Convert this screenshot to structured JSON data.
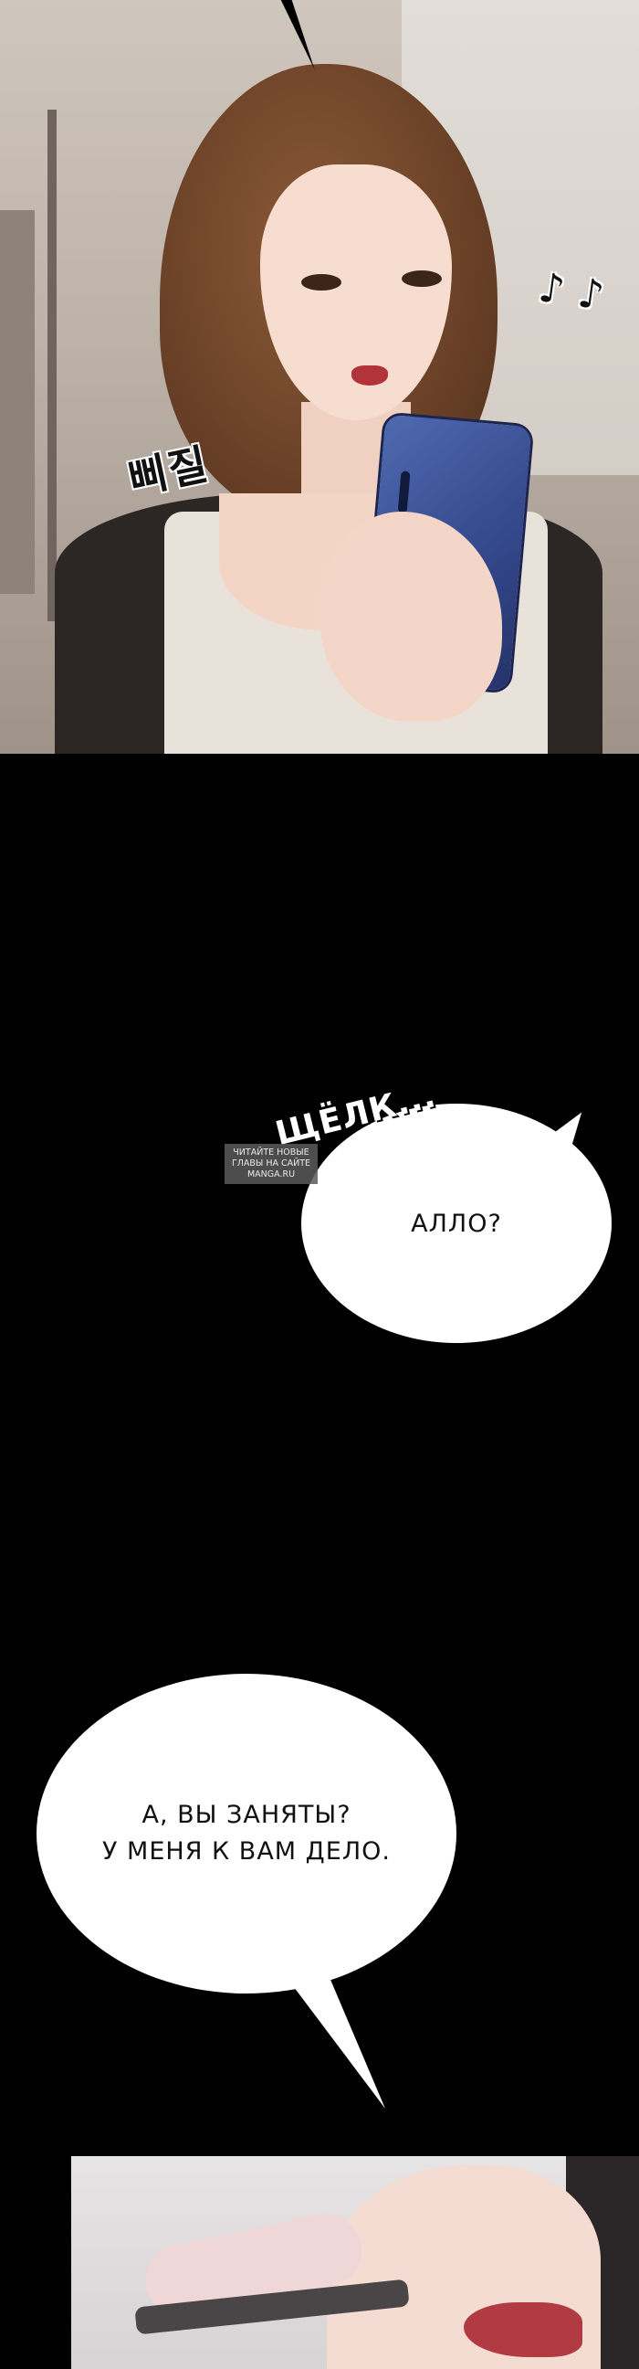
{
  "panel_top": {
    "sfx_korean": "삐질",
    "sfx_notes": "♪ ♪"
  },
  "dialogue": {
    "sfx_click": "ЩЁЛК...",
    "bubble_1_text": "АЛЛО?",
    "bubble_2_line_1": "А, ВЫ ЗАНЯТЫ?",
    "bubble_2_line_2": "У МЕНЯ К ВАМ ДЕЛО."
  },
  "watermark": {
    "line_1": "ЧИТАЙТЕ НОВЫЕ",
    "line_2": "ГЛАВЫ НА САЙТЕ",
    "line_3": "MANGA.RU"
  },
  "colors": {
    "page_background": "#000000",
    "bubble_fill": "#ffffff",
    "phone_blue": "#4f69b0",
    "hair_brown": "#6d4328",
    "lip_red": "#b2333a"
  }
}
